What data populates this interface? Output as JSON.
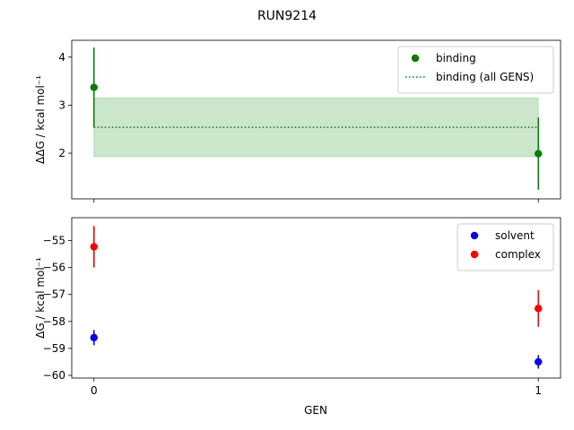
{
  "suptitle": "RUN9214",
  "xlabel": "GEN",
  "chart_data": [
    {
      "type": "scatter",
      "ylabel": "ΔΔG / kcal mol⁻¹",
      "x_ticks": [
        0,
        1
      ],
      "xlim": [
        -0.05,
        1.05
      ],
      "ylim": [
        1.05,
        4.35
      ],
      "y_ticks": [
        2,
        3,
        4
      ],
      "legend_position": "top-right",
      "series": [
        {
          "name": "binding",
          "color": "#008000",
          "points": [
            {
              "x": 0,
              "y": 3.37,
              "err": 0.83
            },
            {
              "x": 1,
              "y": 1.99,
              "err": 0.75
            }
          ]
        },
        {
          "name": "binding (all GENS)",
          "color": "#008000",
          "line_style": "dotted",
          "y": 2.54,
          "band": [
            1.93,
            3.15
          ],
          "x_range": [
            0,
            1
          ]
        }
      ]
    },
    {
      "type": "scatter",
      "ylabel": "ΔG / kcal mol⁻¹",
      "x_ticks": [
        0,
        1
      ],
      "xlim": [
        -0.05,
        1.05
      ],
      "ylim": [
        -60.1,
        -54.15
      ],
      "y_ticks": [
        -60,
        -59,
        -58,
        -57,
        -56,
        -55
      ],
      "legend_position": "top-right",
      "series": [
        {
          "name": "solvent",
          "color": "#0000ff",
          "points": [
            {
              "x": 0,
              "y": -58.6,
              "err": 0.28
            },
            {
              "x": 1,
              "y": -59.5,
              "err": 0.25
            }
          ]
        },
        {
          "name": "complex",
          "color": "#ff0000",
          "points": [
            {
              "x": 0,
              "y": -55.23,
              "err": 0.77
            },
            {
              "x": 1,
              "y": -57.52,
              "err": 0.68
            }
          ]
        }
      ]
    }
  ]
}
